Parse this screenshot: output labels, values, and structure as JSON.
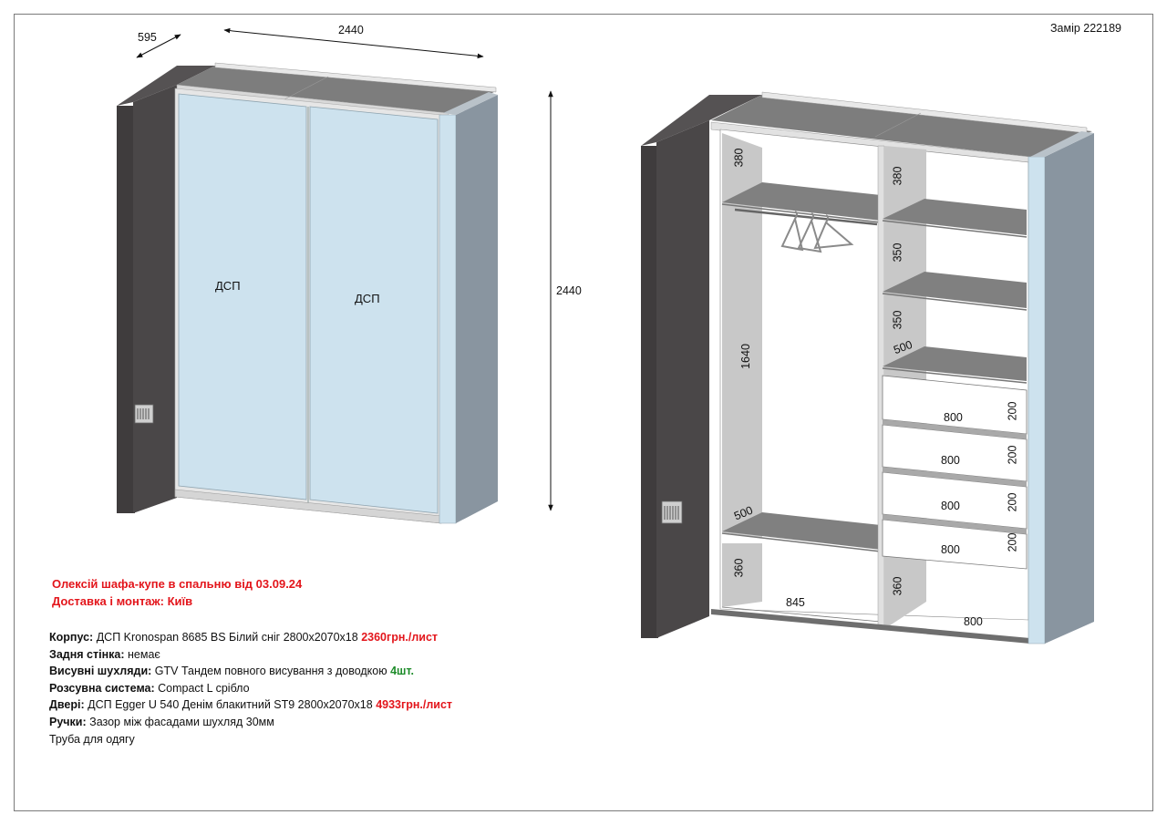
{
  "reference": "Замір 222189",
  "left_view": {
    "dim_depth": "595",
    "dim_width": "2440",
    "dim_height": "2440",
    "door_left_label": "ДСП",
    "door_right_label": "ДСП"
  },
  "right_view": {
    "dims": {
      "top_left": "380",
      "hang_height": "1640",
      "shelf_left_lower": "500",
      "bottom_left": "360",
      "bottom_width_left": "845",
      "top_right": "380",
      "shelf_r1": "350",
      "shelf_r2": "350",
      "shelf_r3": "500",
      "drawer_w1": "800",
      "drawer_w2": "800",
      "drawer_w3": "800",
      "drawer_w4": "800",
      "drawer_h1": "200",
      "drawer_h2": "200",
      "drawer_h3": "200",
      "drawer_h4": "200",
      "bottom_right": "360",
      "bottom_width_right": "800"
    }
  },
  "order": {
    "title": "Олексій шафа-купе в спальню від 03.09.24",
    "delivery": "Доставка і монтаж: Київ"
  },
  "specs": {
    "body_label": "Корпус:",
    "body_value": "ДСП Kronospan 8685 BS Білий сніг 2800х2070х18",
    "body_price": "2360грн./лист",
    "back_label": "Задня стінка:",
    "back_value": "немає",
    "drawers_label": "Висувні шухляди:",
    "drawers_value": "GTV Тандем повного висування з доводкою",
    "drawers_count": "4шт.",
    "sliding_label": "Розсувна система:",
    "sliding_value": "Compact L срібло",
    "doors_label": "Двері:",
    "doors_value": "ДСП Egger U 540 Денім блакитний ST9 2800х2070х18",
    "doors_price": "4933грн./лист",
    "handles_label": "Ручки:",
    "handles_value": "Зазор між фасадами шухляд 30мм",
    "rail": "Труба для одягу"
  },
  "colors": {
    "door_blue": "#cde2ee",
    "side_grey": "#8995a0",
    "dark_panel": "#4a4748",
    "shelf_grey": "#808080",
    "interior_grey": "#c8c8c8",
    "accent_red": "#e3151b",
    "accent_green": "#1e8c2a"
  }
}
